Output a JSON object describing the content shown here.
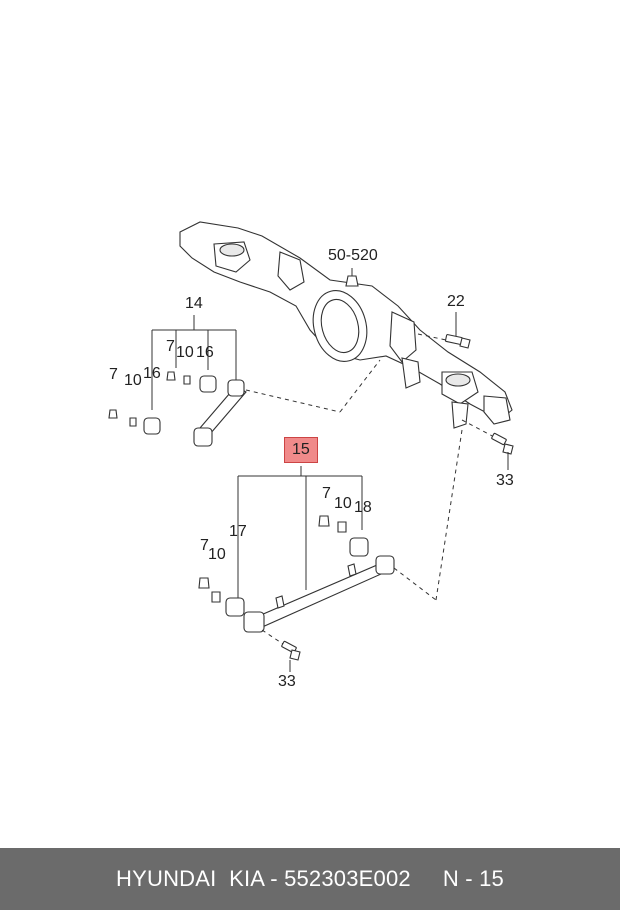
{
  "diagram": {
    "callouts": {
      "c_50520": "50-520",
      "c_14": "14",
      "c_22": "22",
      "c_7a": "7",
      "c_10a": "10",
      "c_16a": "16",
      "c_7b": "7",
      "c_10b": "10",
      "c_16b": "16",
      "c_33a": "33",
      "c_15": "15",
      "c_7c": "7",
      "c_10c": "10",
      "c_18": "18",
      "c_17": "17",
      "c_7d": "7",
      "c_10d": "10",
      "c_33b": "33"
    },
    "highlight_color": "#f08a8a"
  },
  "footer": {
    "part_text": "HYUNDAI  KIA - 552303E002",
    "ref_text": "N - 15",
    "background": "#6b6b6b"
  }
}
